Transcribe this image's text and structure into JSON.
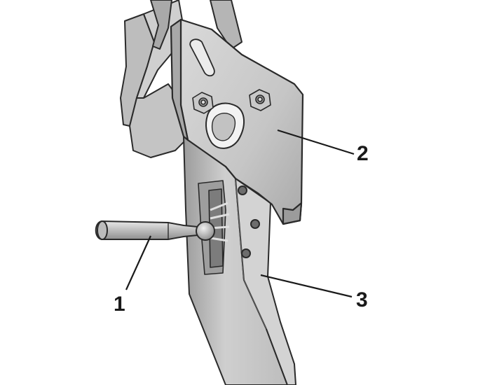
{
  "callouts": [
    {
      "id": "1",
      "text": "1"
    },
    {
      "id": "2",
      "text": "2"
    },
    {
      "id": "3",
      "text": "3"
    }
  ],
  "colors": {
    "background": "#ffffff",
    "metal_light": "#d4d4d4",
    "metal_mid": "#b3b3b3",
    "metal_dark": "#8e8e8e",
    "outline": "#2a2a2a",
    "label": "#1a1a1a"
  }
}
